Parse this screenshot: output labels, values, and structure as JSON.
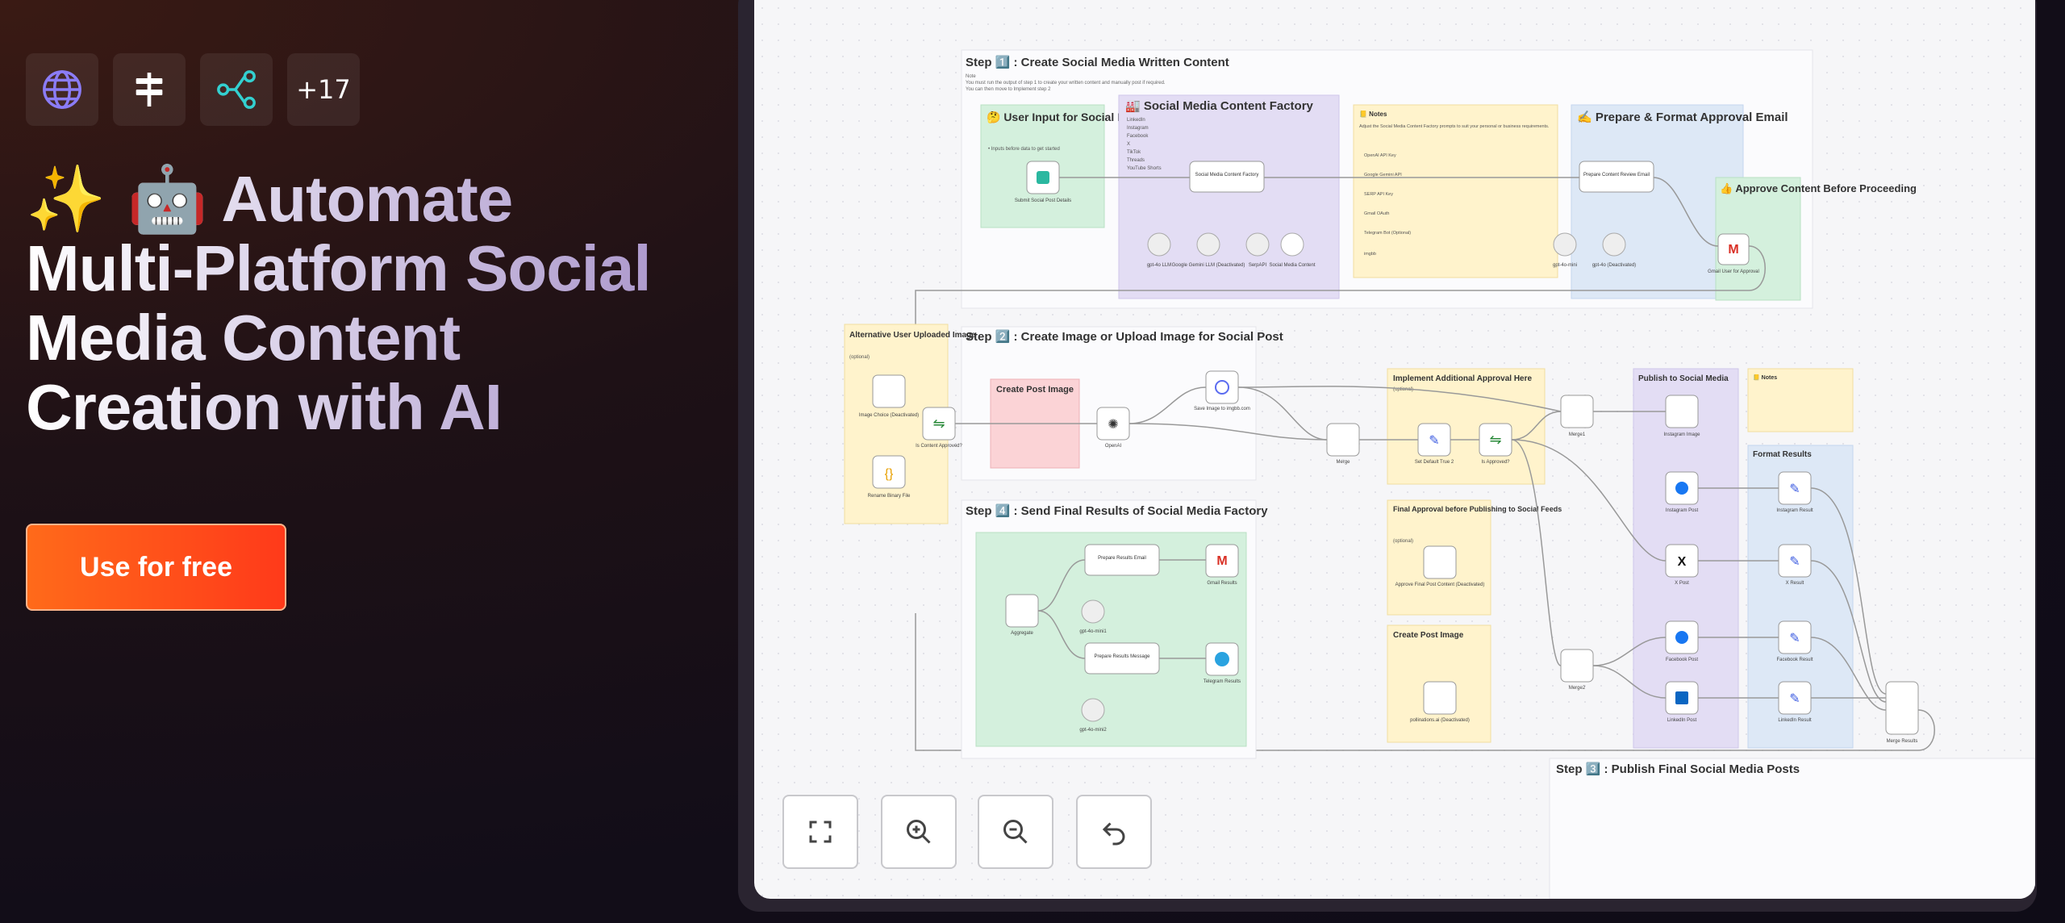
{
  "icons": [
    {
      "name": "globe-icon"
    },
    {
      "name": "signpost-icon"
    },
    {
      "name": "workflow-icon"
    },
    {
      "name": "more-integrations-badge",
      "label": "+17"
    }
  ],
  "hero": {
    "title_emoji": "✨ 🤖",
    "title_line1": "Automate",
    "title_line2": "Multi-Platform Social",
    "title_line3": "Media Content",
    "title_line4": "Creation with AI",
    "cta_label": "Use for free"
  },
  "colors": {
    "accent": "#ff4d1a",
    "sticky_green": "#d4f0dd",
    "sticky_purple": "#e3ddf4",
    "sticky_yellow": "#fff3cc",
    "sticky_blue": "#dde8f6",
    "sticky_red": "#fbd3d6"
  },
  "workflow": {
    "step1_title": "Step 1️⃣ : Create Social Media Written Content",
    "step1_note1": "Note",
    "step1_note2": "You must run the output of step 1 to create your written content and manually post if required.",
    "step1_note3": "You can then move to Implement step 2",
    "step2_title": "Step 2️⃣ : Create Image or Upload Image for Social Post",
    "step3_title": "Step 3️⃣ : Publish Final Social Media Posts",
    "step4_title": "Step 4️⃣ : Send Final Results of Social Media Factory",
    "stickies": {
      "user_input": "🤔 User Input for Social Media Posts",
      "user_input_sub": "• Inputs before data to get started",
      "factory": "🏭 Social Media Content Factory",
      "factory_list": [
        "LinkedIn",
        "Instagram",
        "Facebook",
        "X",
        "TikTok",
        "Threads",
        "YouTube Shorts"
      ],
      "notes_title": "📒 Notes",
      "notes_text": "Adjust the Social Media Content Factory prompts to suit your personal or business requirements.",
      "notes_links": [
        "OpenAI API Key",
        "Google Gemini API",
        "SERP API Key",
        "Gmail OAuth",
        "Telegram Bot (Optional)",
        "imgbb"
      ],
      "prepare": "✍️ Prepare & Format Approval Email",
      "approve": "👍 Approve Content Before Proceeding",
      "alt_upload": "Alternative User Uploaded Image",
      "alt_upload_sub": "(optional)",
      "create_post_image": "Create Post Image",
      "additional_approval": "Implement Additional Approval Here",
      "additional_approval_sub": "(optional)",
      "final_approval": "Final Approval before Publishing to Social Feeds",
      "final_approval_sub": "(optional)",
      "create_post_image2": "Create Post Image",
      "publish": "Publish to Social Media",
      "notes2_title": "📒 Notes",
      "format_results": "Format Results"
    },
    "nodes": {
      "submit": "Submit Social Post Details",
      "factory_node": "Social Media Content Factory",
      "gpt4o_llm": "gpt-4o LLM",
      "gemini": "Google Gemini LLM (Deactivated)",
      "serpapi": "SerpAPI",
      "sm_content": "Social Media Content",
      "prepare_email": "Prepare Content Review Email",
      "gpt4o_mini": "gpt-4o-mini",
      "gpt4o_deact": "gpt-4o (Deactivated)",
      "gmail_approval": "Gmail User for Approval",
      "image_choice": "Image Choice (Deactivated)",
      "rename_binary": "Rename Binary File",
      "is_approved": "Is Content Approved?",
      "openai": "OpenAI",
      "save_imgbb": "Save Image to imgbb.com",
      "merge": "Merge",
      "set_default": "Set Default True 2",
      "is_approved2": "Is Approved?",
      "merge1": "Merge1",
      "instagram_image": "Instagram Image",
      "instagram_post": "Instagram Post",
      "x_post": "X Post",
      "facebook_post": "Facebook Post",
      "linkedin_post": "LinkedIn Post",
      "instagram_result": "Instagram Result",
      "x_result": "X Result",
      "facebook_result": "Facebook Result",
      "linkedin_result": "LinkedIn Result",
      "merge2": "Merge2",
      "merge_results": "Merge Results",
      "approve_final": "Approve Final Post Content (Deactivated)",
      "pollinations": "pollinations.ai (Deactivated)",
      "aggregate": "Aggregate",
      "prep_results_email": "Prepare Results Email",
      "gmail_results": "Gmail Results",
      "gpt4o_mini1": "gpt-4o-mini1",
      "prep_results_msg": "Prepare Results Message",
      "telegram_results": "Telegram Results",
      "gpt4o_mini2": "gpt-4o-mini2"
    }
  },
  "controls": [
    "fit-view-button",
    "zoom-in-button",
    "zoom-out-button",
    "reset-zoom-button"
  ]
}
